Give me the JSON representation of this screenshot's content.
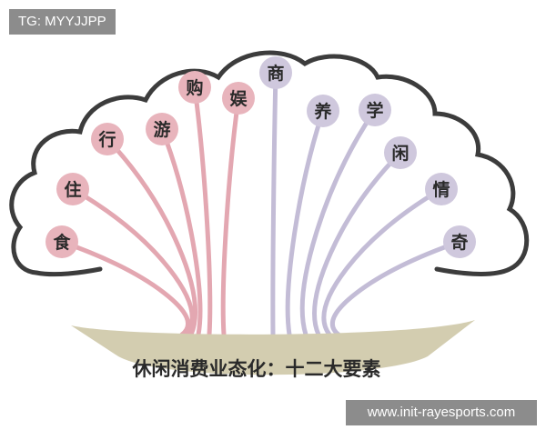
{
  "watermark_tag": "TG: MYYJJPP",
  "website": "www.init-rayesports.com",
  "caption": "休闲消费业态化：十二大要素",
  "colors": {
    "pink_fill": "#e8b4bc",
    "pink_stem": "#e3a7b1",
    "lavender_fill": "#cfc8dd",
    "lavender_stem": "#c3bcd6",
    "cloud_stroke": "#3c3c3c",
    "banner_fill": "#d3cdb0",
    "text": "#2a2a2a"
  },
  "elements": [
    {
      "label": "食",
      "group": "pink"
    },
    {
      "label": "住",
      "group": "pink"
    },
    {
      "label": "行",
      "group": "pink"
    },
    {
      "label": "游",
      "group": "pink"
    },
    {
      "label": "购",
      "group": "pink"
    },
    {
      "label": "娱",
      "group": "pink"
    },
    {
      "label": "商",
      "group": "lavender"
    },
    {
      "label": "养",
      "group": "lavender"
    },
    {
      "label": "学",
      "group": "lavender"
    },
    {
      "label": "闲",
      "group": "lavender"
    },
    {
      "label": "情",
      "group": "lavender"
    },
    {
      "label": "奇",
      "group": "lavender"
    }
  ]
}
